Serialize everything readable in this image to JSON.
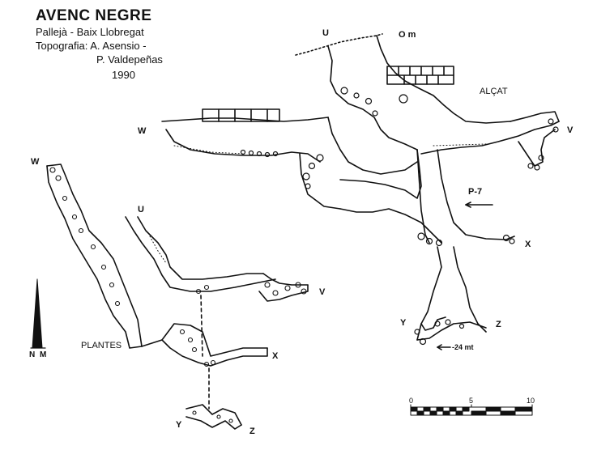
{
  "header": {
    "title": "AVENC NEGRE",
    "location": "Pallejà - Baix Llobregat",
    "topography_line1": "Topografia: A. Asensio -",
    "topography_line2": "P. Valdepeñas",
    "year": "1990"
  },
  "sections": {
    "elevation": "ALÇAT",
    "plans": "PLANTES"
  },
  "points": {
    "u": "U",
    "om": "O m",
    "w": "W",
    "v": "V",
    "x": "X",
    "y": "Y",
    "z": "Z",
    "p7": "P-7",
    "depth": "-24 mt"
  },
  "north": {
    "n": "N",
    "m": "M"
  },
  "scale": {
    "min": "0",
    "mid": "5",
    "max": "10"
  },
  "colors": {
    "ink": "#111111",
    "paper": "#ffffff"
  }
}
